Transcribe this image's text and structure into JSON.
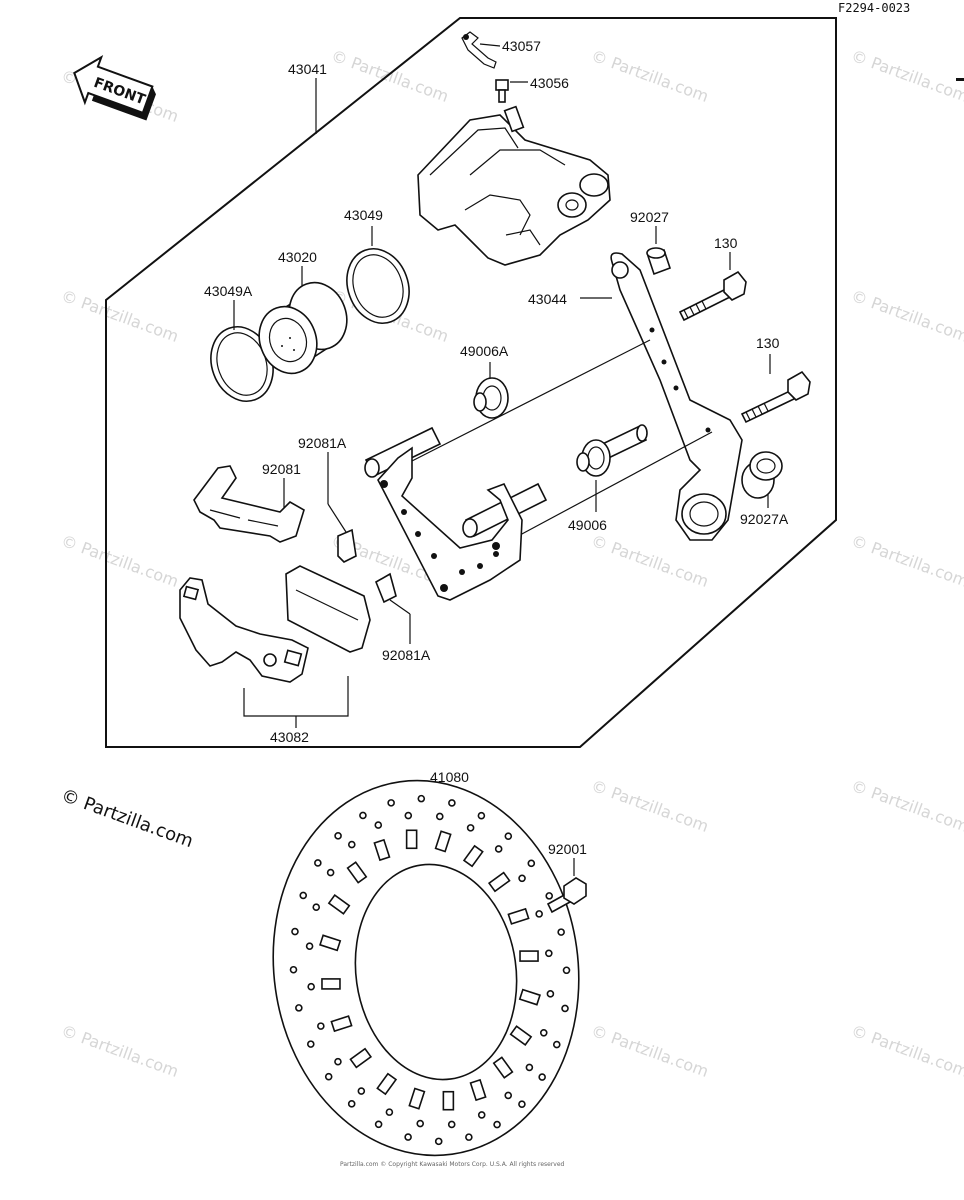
{
  "diagram_code": "F2294-0023",
  "front_label": "FRONT",
  "copyright": "© Partzilla.com",
  "watermark": "© Partzilla.com",
  "footer_fine_print": "Partzilla.com  © Copyright  Kawasaki Motors Corp. U.S.A.  All rights reserved",
  "parts": {
    "assembly": "43041",
    "clip": "43057",
    "bleeder": "43056",
    "seal": "43049",
    "piston": "43020",
    "seal_a": "43049A",
    "collar": "92027",
    "bolt_upper": "130",
    "holder": "43044",
    "pin_boot_a": "49006A",
    "bolt_lower": "130",
    "clip_a_top": "92081A",
    "spring": "92081",
    "pin_boot": "49006",
    "collar_a": "92027A",
    "clip_a_bottom": "92081A",
    "pads": "43082",
    "disc": "41080",
    "disc_bolt": "92001"
  }
}
